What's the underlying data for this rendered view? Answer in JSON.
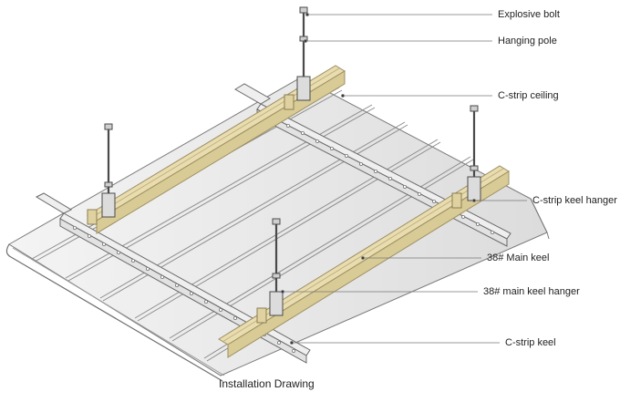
{
  "figure": {
    "caption": "Installation Drawing",
    "callouts": [
      {
        "id": "explosive-bolt",
        "label": "Explosive bolt"
      },
      {
        "id": "hanging-pole",
        "label": "Hanging pole"
      },
      {
        "id": "c-strip-ceiling",
        "label": "C-strip ceiling"
      },
      {
        "id": "c-strip-keel-hanger",
        "label": "C-strip keel hanger"
      },
      {
        "id": "main-keel",
        "label": "38# Main keel"
      },
      {
        "id": "main-keel-hanger",
        "label": "38# main keel hanger"
      },
      {
        "id": "c-strip-keel",
        "label": "C-strip keel"
      }
    ]
  },
  "colors": {
    "panel_fill": "#e6e6e6",
    "panel_edge": "#7a7a7a",
    "main_keel": "#e9ddb0",
    "main_keel_edge": "#9c8f63",
    "c_keel": "#efefef",
    "hanger_rod": "#4a4a4a",
    "line": "#555555"
  }
}
